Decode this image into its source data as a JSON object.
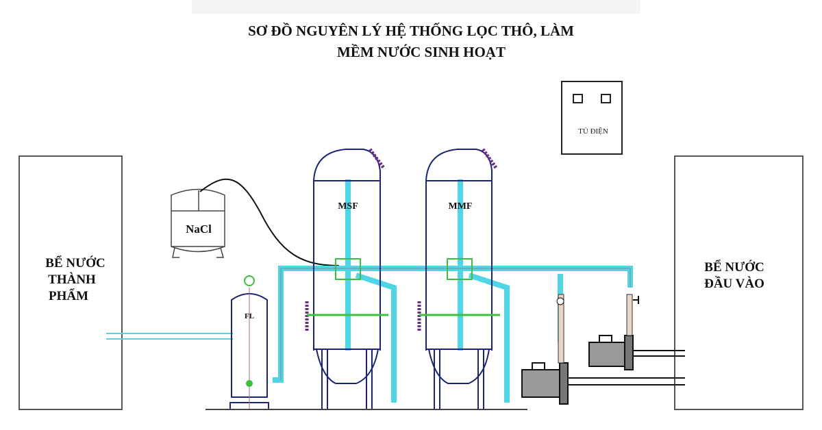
{
  "title": {
    "line1": "SƠ ĐỒ NGUYÊN LÝ HỆ THỐNG LỌC THÔ, LÀM",
    "line2": "MỀM NƯỚC SINH HOẠT"
  },
  "output_tank": {
    "line1": "BỂ NƯỚC",
    "line2": "THÀNH",
    "line3": "PHẨM"
  },
  "input_tank": {
    "line1": "BỂ NƯỚC",
    "line2": "ĐẦU VÀO"
  },
  "control_cabinet": {
    "label": "TỦ ĐIỆN"
  },
  "brine_tank": {
    "label": "NaCl"
  },
  "filters": {
    "msf": "MSF",
    "mmf": "MMF",
    "fl": "FL"
  },
  "colors": {
    "pipe": "#4fd6e6",
    "valve": "#3cbf3c",
    "tank": "#1a237e",
    "flange": "#6a2c8a"
  }
}
